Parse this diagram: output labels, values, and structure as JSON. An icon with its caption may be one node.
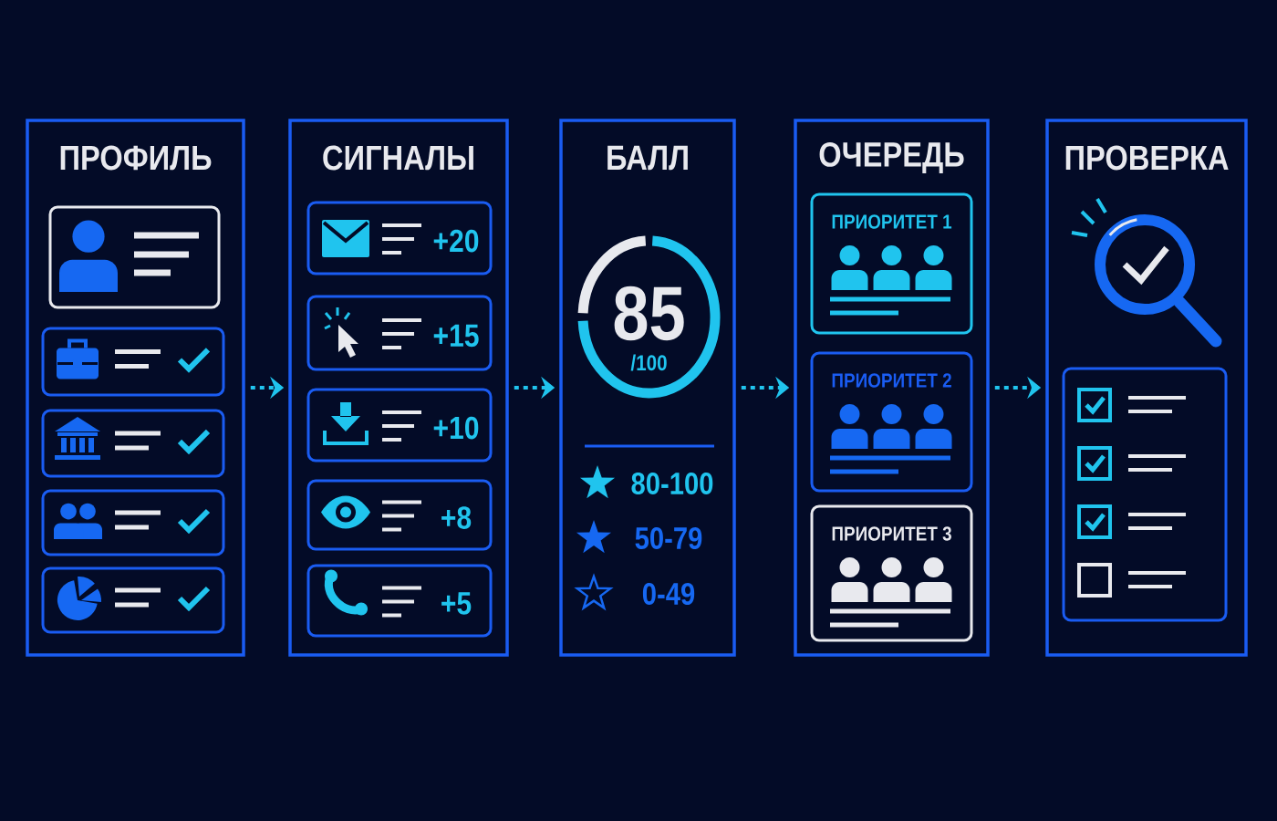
{
  "diagram": {
    "nodes": [
      {
        "text": [
          "ПРОФИЛЬ"
        ]
      },
      {
        "text": [],
        "shape": "box",
        "in": 0
      },
      {
        "text": [],
        "shape": "box",
        "in": 0
      },
      {
        "text": [],
        "shape": "box",
        "in": 0
      },
      {
        "text": [],
        "shape": "box",
        "in": 0
      },
      {
        "text": [],
        "shape": "box",
        "in": 0
      },
      {
        "text": [
          "СИГНАЛЫ"
        ]
      },
      {
        "text": [
          "+20"
        ],
        "in": 6
      },
      {
        "text": [
          "+15"
        ],
        "in": 6
      },
      {
        "text": [
          "+10"
        ],
        "in": 6
      },
      {
        "text": [
          "+8"
        ],
        "in": 6
      },
      {
        "text": [
          "+5"
        ],
        "in": 6
      },
      {
        "text": [
          "БАЛЛ"
        ]
      },
      {
        "text": [
          "85",
          "/100"
        ],
        "in": 12
      },
      {
        "text": [
          "ОЧЕРЕДЬ"
        ]
      },
      {
        "text": [
          "ПРИОРИТЕТ 1"
        ],
        "in": 14
      },
      {
        "text": [
          "ПРИОРИТЕТ 2"
        ],
        "in": 14
      },
      {
        "text": [
          "ПРИОРИТЕТ 3"
        ],
        "in": 14
      },
      {
        "text": [
          "ПРОВЕРКА"
        ]
      },
      {
        "text": [],
        "shape": "box",
        "in": 18
      }
    ],
    "edges": [
      {
        "from": 0,
        "to": 6,
        "arrow": "to",
        "style": "dashed"
      },
      {
        "from": 6,
        "to": 12,
        "arrow": "to",
        "style": "dashed"
      },
      {
        "from": 12,
        "to": 14,
        "arrow": "to",
        "style": "dashed"
      },
      {
        "from": 14,
        "to": 18,
        "arrow": "to",
        "style": "dashed"
      }
    ],
    "labels": [
      "80-100",
      "50-79",
      "0-49"
    ]
  }
}
